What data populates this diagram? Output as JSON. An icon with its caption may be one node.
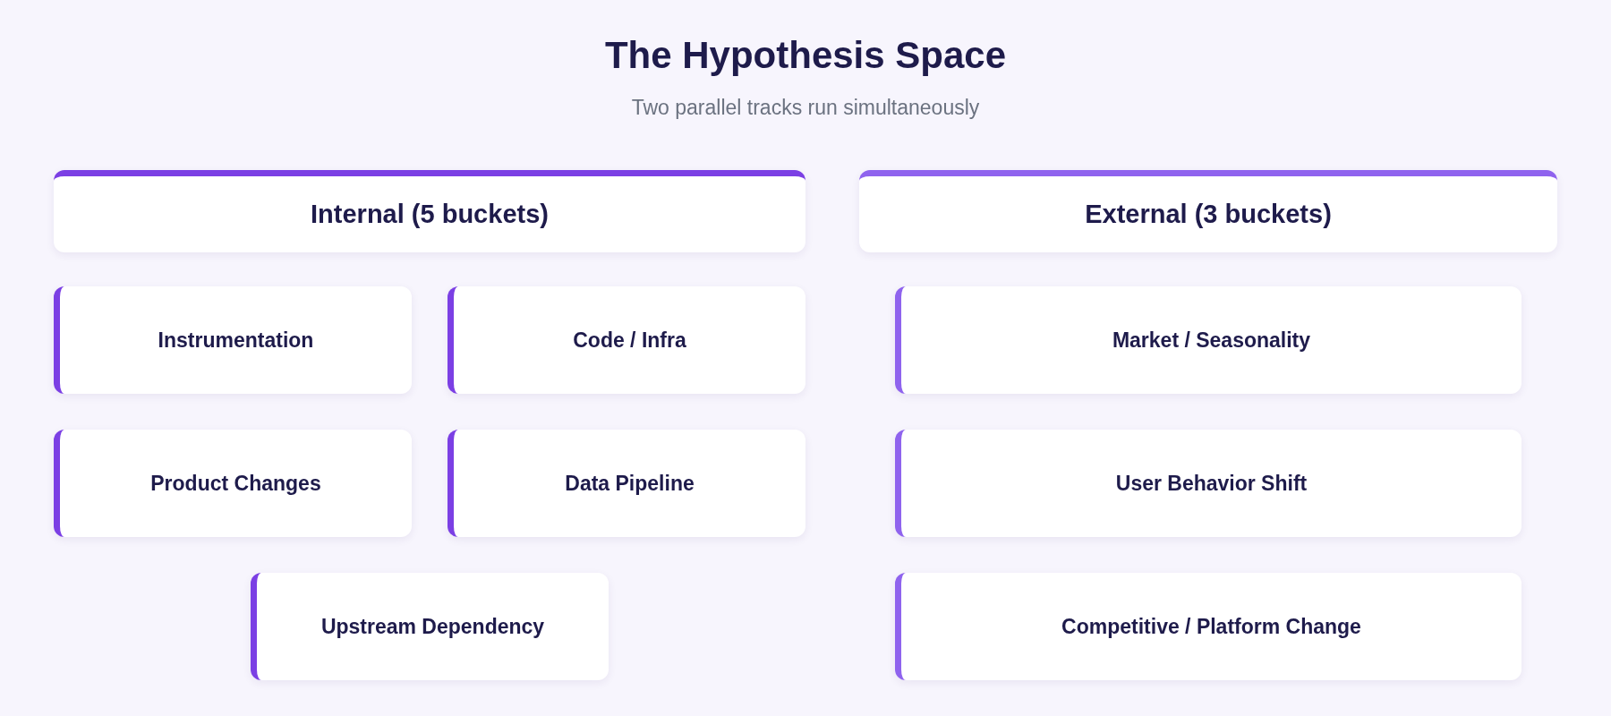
{
  "diagram": {
    "title": "The Hypothesis Space",
    "nodes": [
      {
        "text": [
          "Internal (5 buckets)"
        ]
      },
      {
        "text": [
          "Instrumentation"
        ]
      },
      {
        "text": [
          "Code / Infra"
        ]
      },
      {
        "text": [
          "Product Changes"
        ]
      },
      {
        "text": [
          "Data Pipeline"
        ]
      },
      {
        "text": [
          "Upstream Dependency"
        ]
      },
      {
        "text": [
          "External (3 buckets)"
        ]
      },
      {
        "text": [
          "Market / Seasonality"
        ]
      },
      {
        "text": [
          "User Behavior Shift"
        ]
      },
      {
        "text": [
          "Competitive / Platform Change"
        ]
      }
    ],
    "labels": [
      "Two parallel tracks run simultaneously"
    ]
  }
}
